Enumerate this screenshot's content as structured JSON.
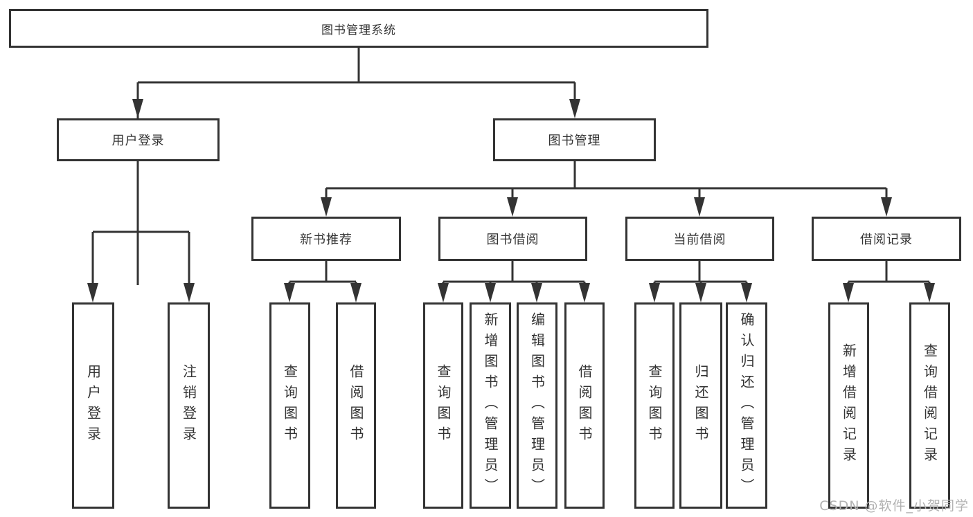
{
  "diagram": {
    "type": "tree-structure-chart",
    "colors": {
      "line": "#333333",
      "text": "#333333",
      "background": "#ffffff",
      "watermark": "#b2b2b2"
    },
    "root": {
      "label": "图书管理系统"
    },
    "level2": [
      {
        "label": "用户登录"
      },
      {
        "label": "图书管理"
      }
    ],
    "level3": [
      {
        "label": "新书推荐"
      },
      {
        "label": "图书借阅"
      },
      {
        "label": "当前借阅"
      },
      {
        "label": "借阅记录"
      }
    ],
    "leaves": {
      "user_login_children": [
        {
          "label": "用户登录"
        },
        {
          "label": "注销登录"
        }
      ],
      "new_book_children": [
        {
          "label": "查询图书"
        },
        {
          "label": "借阅图书"
        }
      ],
      "book_borrow_children": [
        {
          "label": "查询图书"
        },
        {
          "label": "新增图书（管理员）"
        },
        {
          "label": "编辑图书（管理员）"
        },
        {
          "label": "借阅图书"
        }
      ],
      "current_borrow_children": [
        {
          "label": "查询图书"
        },
        {
          "label": "归还图书"
        },
        {
          "label": "确认归还（管理员）"
        }
      ],
      "borrow_record_children": [
        {
          "label": "新增借阅记录"
        },
        {
          "label": "查询借阅记录"
        }
      ]
    },
    "watermark": "CSDN @软件_小贺同学"
  }
}
